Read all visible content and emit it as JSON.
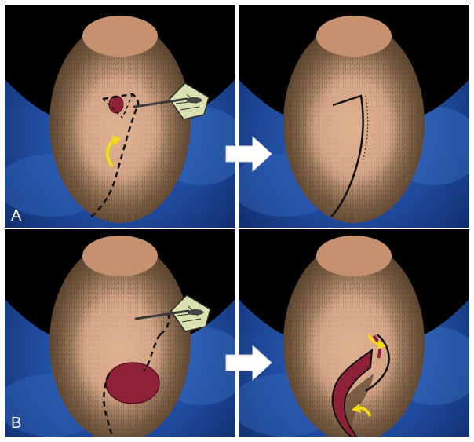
{
  "figure": {
    "panels": [
      {
        "id": "A",
        "label": "A",
        "stage": "before",
        "defect": "small"
      },
      {
        "id": "A2",
        "label": "",
        "stage": "after",
        "defect": "none"
      },
      {
        "id": "B",
        "label": "B",
        "stage": "before",
        "defect": "large"
      },
      {
        "id": "B2",
        "label": "",
        "stage": "after",
        "defect": "rotation"
      }
    ],
    "colors": {
      "background": "#1d3f87",
      "shoulder": "#000000",
      "skin": "#d9a88a",
      "hair": "#6b5238",
      "defect": "#8e2137",
      "arrow_yellow": "#f4dc14",
      "transition_arrow": "#ffffff",
      "incision": "#111111"
    },
    "icons": [
      "scalpel-icon",
      "curved-arrow-icon",
      "right-arrow-icon"
    ]
  }
}
